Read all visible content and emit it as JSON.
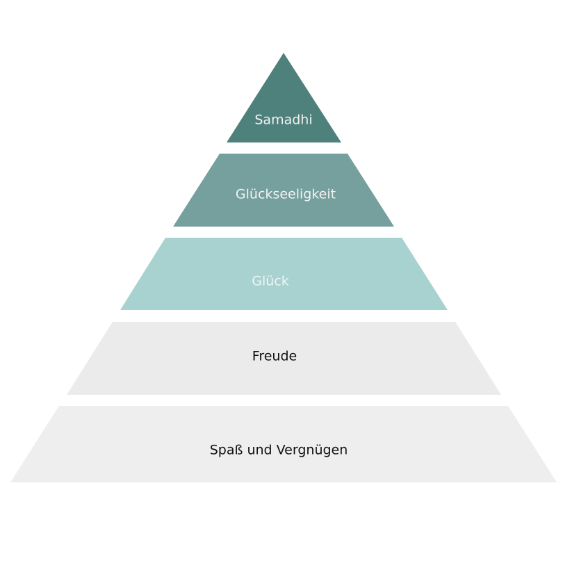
{
  "pyramid": {
    "levels": [
      {
        "label": "Samadhi",
        "color": "#4f817c",
        "text_color": "#f2f2f2"
      },
      {
        "label": "Glückseeligkeit",
        "color": "#76a09d",
        "text_color": "#f2f2f2"
      },
      {
        "label": "Glück",
        "color": "#a7d2d0",
        "text_color": "#eef6f5"
      },
      {
        "label": "Freude",
        "color": "#ebebeb",
        "text_color": "#111111"
      },
      {
        "label": "Spaß und Vergnügen",
        "color": "#eeeeee",
        "text_color": "#111111"
      }
    ]
  }
}
